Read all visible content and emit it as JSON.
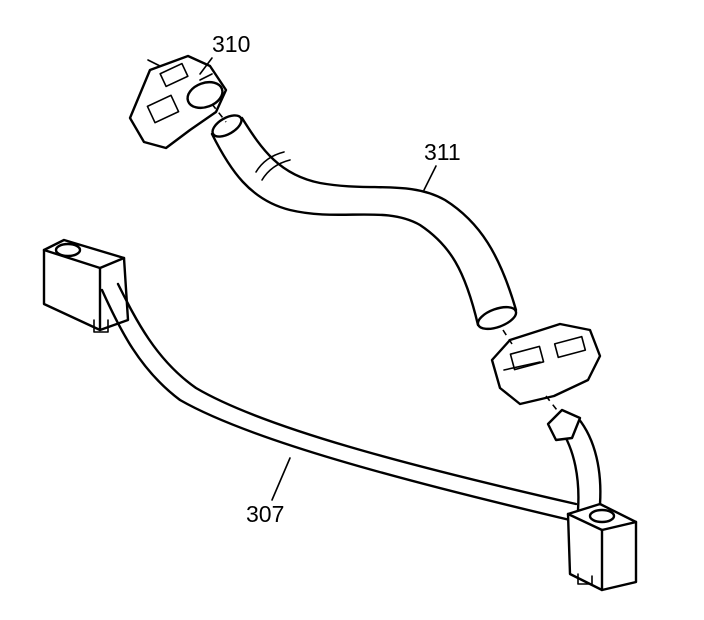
{
  "diagram": {
    "callouts": [
      {
        "id": "310",
        "label": "310"
      },
      {
        "id": "311",
        "label": "311"
      },
      {
        "id": "307",
        "label": "307"
      }
    ],
    "colors": {
      "line": "#000000",
      "background": "#ffffff"
    }
  }
}
